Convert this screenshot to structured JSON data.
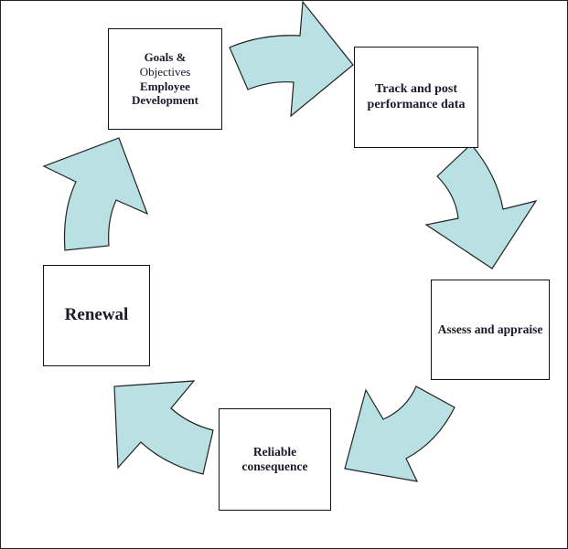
{
  "diagram": {
    "type": "cycle",
    "arrow_color": "#b9e0e3",
    "arrow_stroke": "#222222",
    "steps": [
      {
        "id": "goals",
        "lines": [
          "Goals &",
          "Objectives",
          "Employee",
          "Development"
        ]
      },
      {
        "id": "track",
        "lines": [
          "Track and post",
          "performance data"
        ]
      },
      {
        "id": "assess",
        "lines": [
          "Assess and appraise"
        ]
      },
      {
        "id": "reliable",
        "lines": [
          "Reliable",
          "consequence"
        ]
      },
      {
        "id": "renewal",
        "lines": [
          "Renewal"
        ]
      }
    ],
    "flow": [
      [
        "goals",
        "track"
      ],
      [
        "track",
        "assess"
      ],
      [
        "assess",
        "reliable"
      ],
      [
        "reliable",
        "renewal"
      ],
      [
        "renewal",
        "goals"
      ]
    ]
  }
}
